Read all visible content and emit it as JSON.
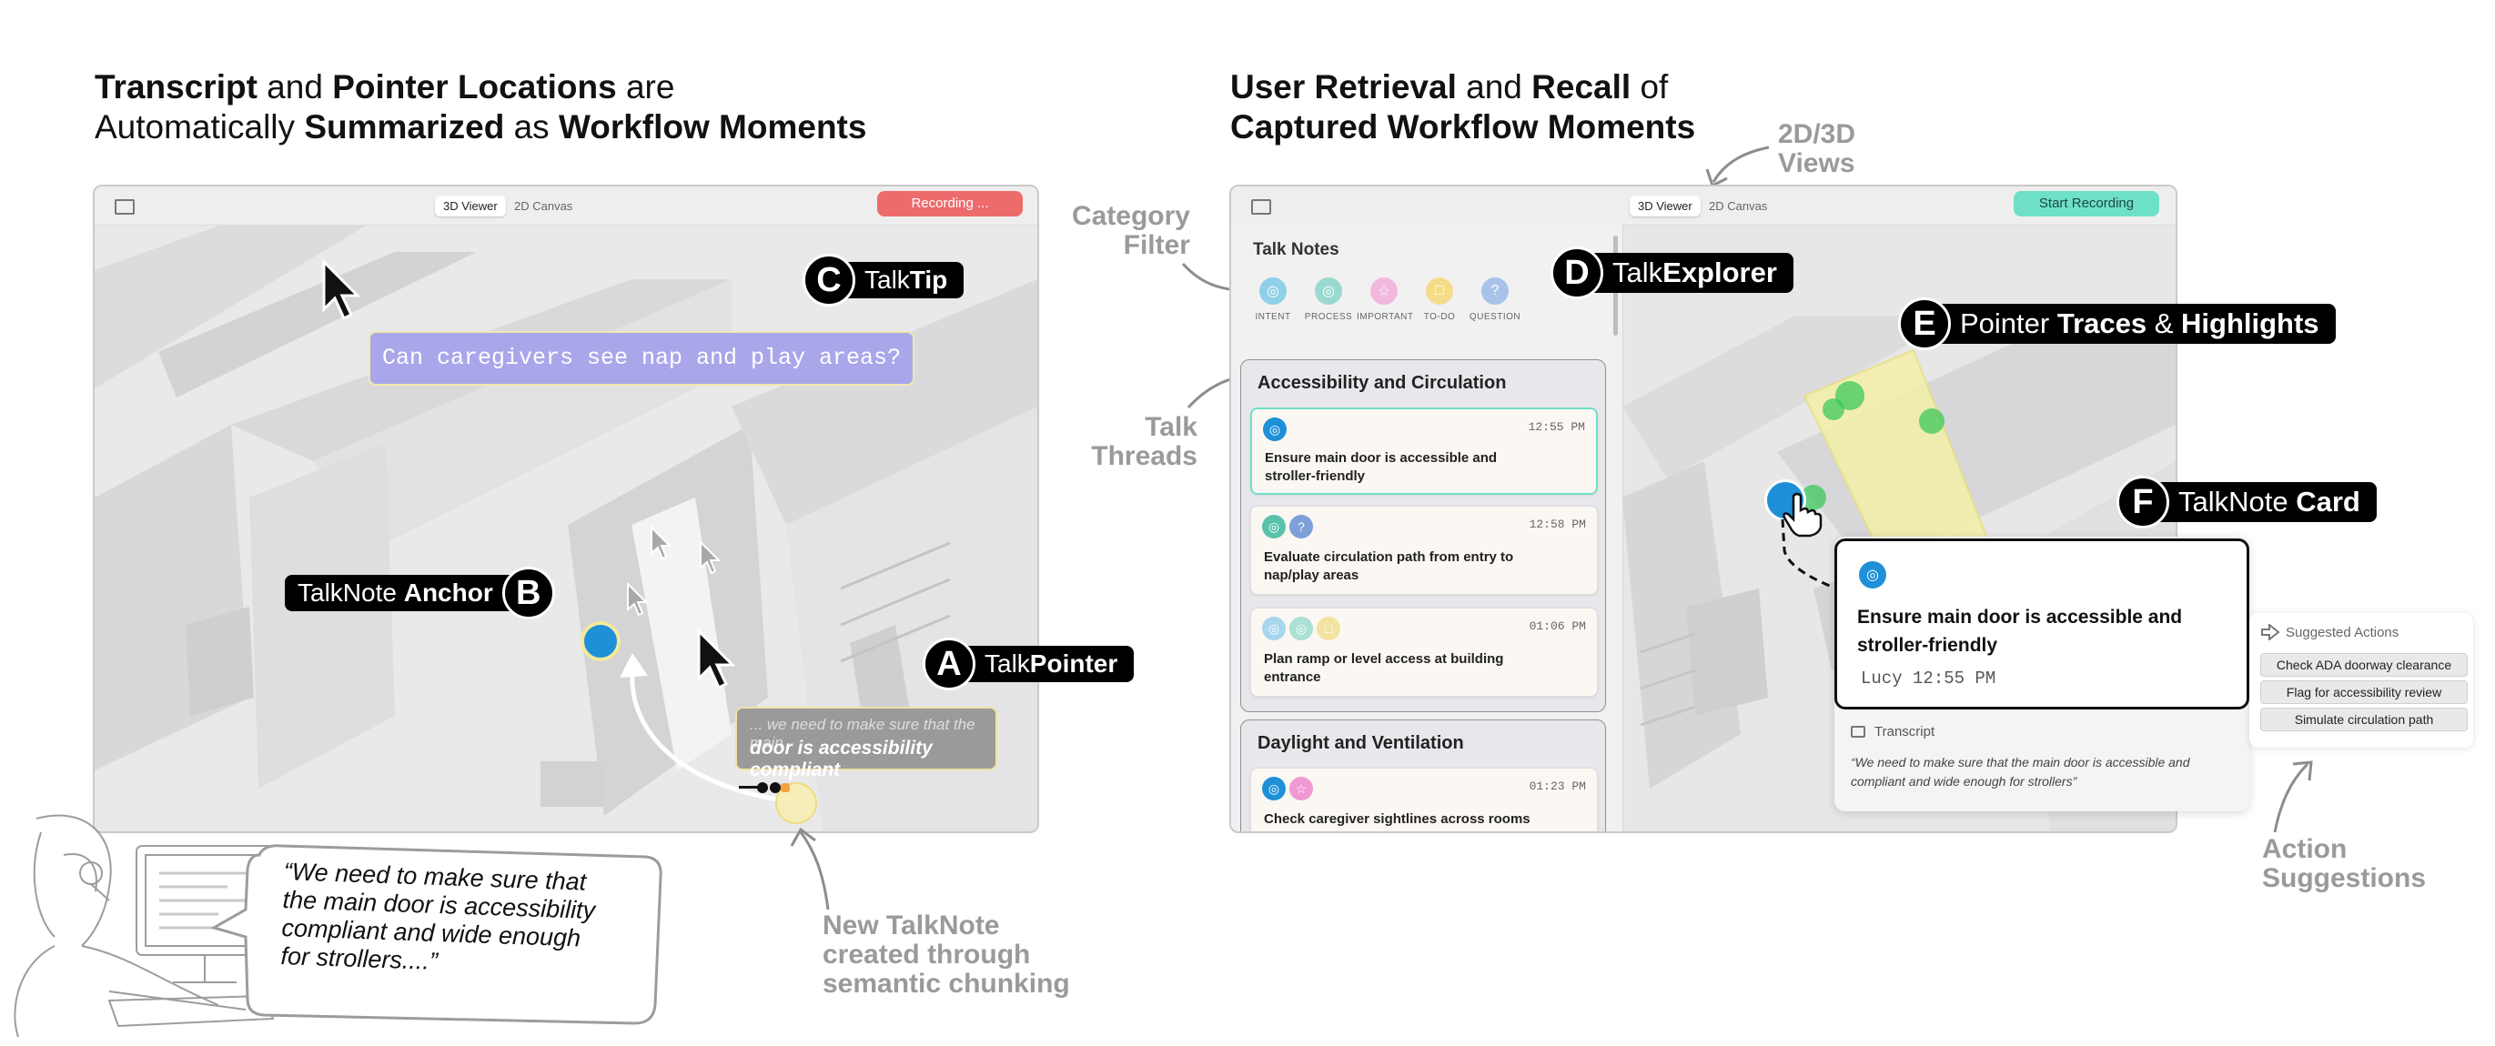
{
  "left_heading": {
    "l1_b1": "Transcript",
    "l1_t1": " and ",
    "l1_b2": "Pointer Locations",
    "l1_t2": " are",
    "l2_t1": "Automatically ",
    "l2_b1": "Summarized",
    "l2_t2": " as ",
    "l2_b2": "Workflow Moments"
  },
  "right_heading": {
    "l1_b1": "User Retrieval",
    "l1_t1": " and ",
    "l1_b2": "Recall",
    "l1_t2": " of",
    "l2_b1": "Captured Workflow Moments"
  },
  "left_window": {
    "tab_3d": "3D Viewer",
    "tab_2d": "2D Canvas",
    "recording_label": "Recording ...",
    "talktip_question": "Can caregivers see nap and play areas?",
    "pointer_caption_l1": "... we need to make sure that the main",
    "pointer_caption_l2": "door is accessibility compliant"
  },
  "right_window": {
    "tab_3d": "3D Viewer",
    "tab_2d": "2D Canvas",
    "start_label": "Start Recording",
    "panel_title": "Talk Notes",
    "filters": [
      {
        "label": "INTENT",
        "color": "#8fd0e8"
      },
      {
        "label": "PROCESS",
        "color": "#9ad9cf"
      },
      {
        "label": "IMPORTANT",
        "color": "#f2b8dd"
      },
      {
        "label": "TO-DO",
        "color": "#f4dd8a"
      },
      {
        "label": "QUESTION",
        "color": "#a9c2ea"
      }
    ],
    "thread1_title": "Accessibility and Circulation",
    "thread2_title": "Daylight and Ventilation",
    "notes": [
      {
        "time": "12:55 PM",
        "title_l1": "Ensure main door is accessible and",
        "title_l2": "stroller-friendly"
      },
      {
        "time": "12:58 PM",
        "title_l1": "Evaluate circulation path from entry to",
        "title_l2": "nap/play areas"
      },
      {
        "time": "01:06 PM",
        "title_l1": "Plan ramp or level access at building",
        "title_l2": "entrance"
      },
      {
        "time": "01:23 PM",
        "title_l1": "Check caregiver sightlines across rooms",
        "title_l2": ""
      }
    ]
  },
  "labels": {
    "talktip_plain": "Talk",
    "talktip_bold": "Tip",
    "talktip_letter": "C",
    "anchor_plain": "TalkNote ",
    "anchor_bold": "Anchor",
    "anchor_letter": "B",
    "pointer_plain": "Talk",
    "pointer_bold": "Pointer",
    "pointer_letter": "A",
    "explorer_plain": "Talk",
    "explorer_bold": "Explorer",
    "explorer_letter": "D",
    "traces_plain1": "Pointer ",
    "traces_bold1": "Traces",
    "traces_plain2": " & ",
    "traces_bold2": "Highlights",
    "traces_letter": "E",
    "card_plain": "TalkNote ",
    "card_bold": "Card",
    "card_letter": "F"
  },
  "annotations": {
    "category_l1": "Category",
    "category_l2": "Filter",
    "talk_l1": "Talk",
    "talk_l2": "Threads",
    "views_l1": "2D/3D",
    "views_l2": "Views",
    "new_l1": "New TalkNote",
    "new_l2": "created through",
    "new_l3": "semantic chunking",
    "action_l1": "Action",
    "action_l2": "Suggestions"
  },
  "speech": {
    "l1": "“We need to make sure that",
    "l2": "the main door is accessibility",
    "l3": "compliant and wide enough",
    "l4": "for strollers....”"
  },
  "talknote_card": {
    "title_l1": "Ensure main door is accessible and",
    "title_l2": "stroller-friendly",
    "meta": "Lucy 12:55 PM",
    "transcript_label": "Transcript",
    "transcript_l1": "“We need to make sure that the main door is accessible and",
    "transcript_l2": "compliant and wide enough for strollers”"
  },
  "suggested_actions": {
    "title": "Suggested Actions",
    "items": [
      "Check ADA doorway clearance",
      "Flag for accessibility review",
      "Simulate circulation path"
    ]
  },
  "colors": {
    "pointer_blue": "#1e90d8",
    "recording_red": "#ee6b6b",
    "start_green": "#6fe0c8",
    "talktip_purple": "#a9a7ea"
  }
}
